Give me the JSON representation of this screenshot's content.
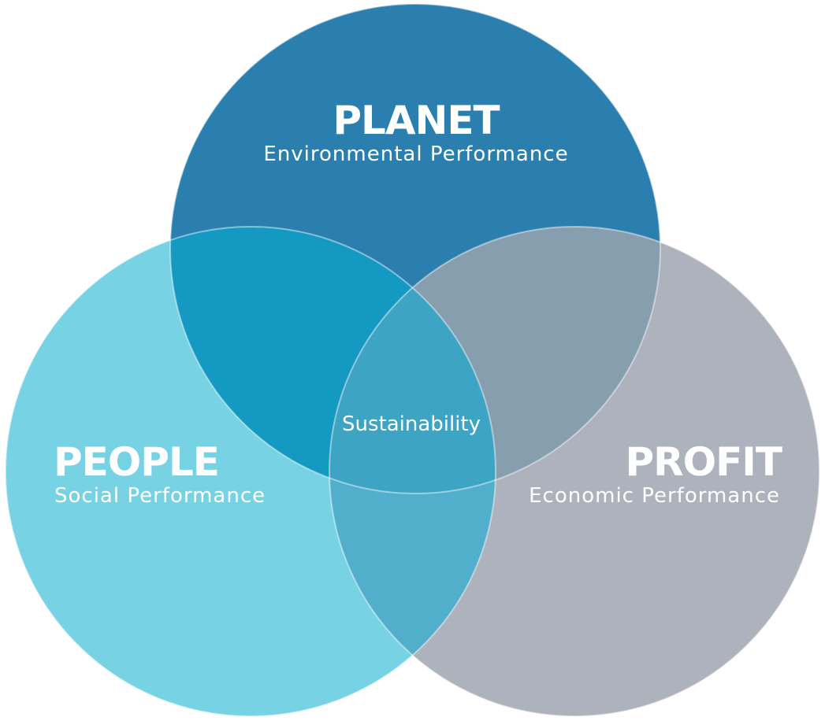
{
  "colors": {
    "planet": "#2a7faf",
    "people": "#77d2e4",
    "profit": "#adb2bc",
    "planet_people_overlap": "#1399c2",
    "planet_profit_overlap": "#869eae",
    "people_profit_overlap": "#52afcb",
    "center_overlap": "#3ea4c3",
    "text": "#ffffff"
  },
  "circles": {
    "planet": {
      "title": "PLANET",
      "subtitle": "Environmental Performance"
    },
    "people": {
      "title": "PEOPLE",
      "subtitle": "Social Performance"
    },
    "profit": {
      "title": "PROFIT",
      "subtitle": "Economic Performance"
    }
  },
  "center": {
    "label": "Sustainability"
  }
}
